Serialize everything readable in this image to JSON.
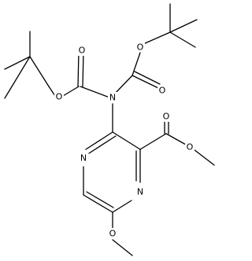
{
  "diagram": {
    "type": "chemical-structure",
    "atoms": [
      {
        "id": "O1",
        "label": "O"
      },
      {
        "id": "O2",
        "label": "O"
      },
      {
        "id": "O3",
        "label": "O"
      },
      {
        "id": "O4",
        "label": "O"
      },
      {
        "id": "N1",
        "label": "N"
      },
      {
        "id": "O5",
        "label": "O"
      },
      {
        "id": "O6",
        "label": "O"
      },
      {
        "id": "N2",
        "label": "N"
      },
      {
        "id": "N3",
        "label": "N"
      },
      {
        "id": "O7",
        "label": "O"
      }
    ]
  }
}
